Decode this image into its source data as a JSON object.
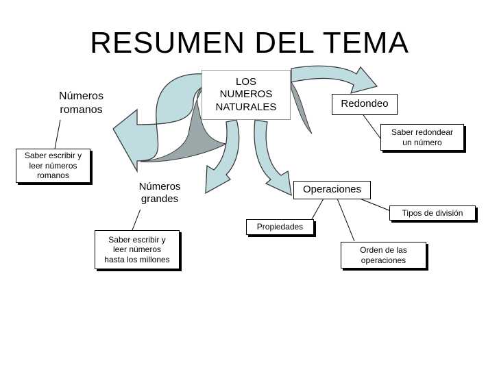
{
  "title": "RESUMEN DEL TEMA",
  "center": "LOS\nNUMEROS\nNATURALES",
  "branches": {
    "romanos": "Números\nromanos",
    "redondeo": "Redondeo",
    "grandes": "Números\ngrandes",
    "operaciones": "Operaciones"
  },
  "details": {
    "romanos_leer": "Saber escribir y\nleer números\nromanos",
    "redondear": "Saber redondear\nun número",
    "grandes_leer": "Saber escribir y\nleer números\nhasta los millones",
    "propiedades": "Propiedades",
    "tipos_division": "Tipos de división",
    "orden": "Orden de las\noperaciones"
  },
  "colors": {
    "arrow_fill": "#bfdde0",
    "arrow_stroke": "#3a3a3a",
    "arrow_dark": "#9aa8aa"
  }
}
